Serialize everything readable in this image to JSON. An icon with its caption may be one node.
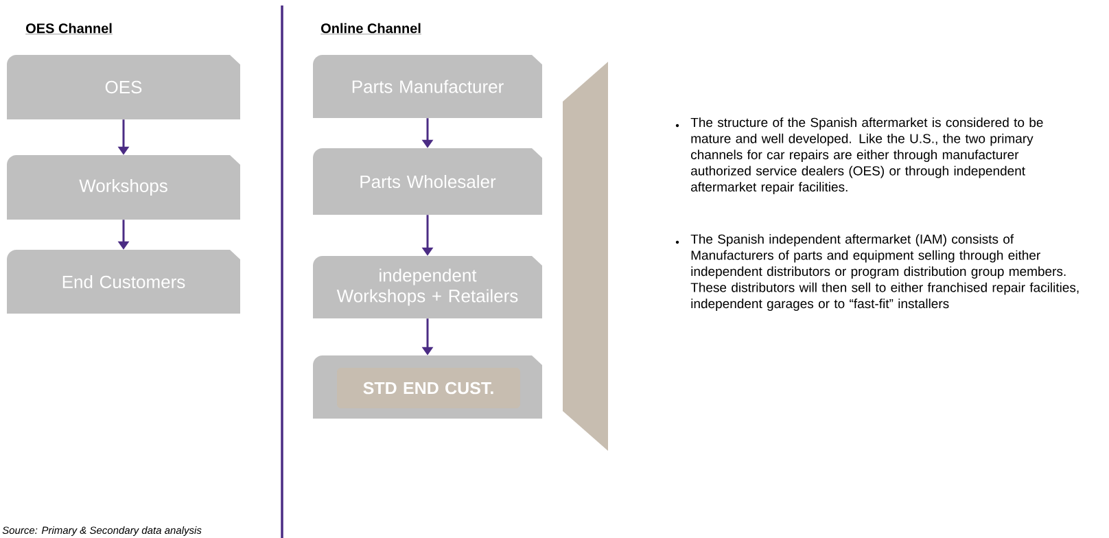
{
  "diagram": {
    "nodes": [
      {
        "text": [
          "OES"
        ]
      },
      {
        "text": [
          "Workshops"
        ]
      },
      {
        "text": [
          "End Customers"
        ]
      },
      {
        "text": [
          "Parts Manufacturer"
        ]
      },
      {
        "text": [
          "Parts Wholesaler"
        ]
      },
      {
        "text": [
          "independent Workshops + Retailers"
        ]
      },
      {
        "text": [],
        "shape": "box"
      },
      {
        "text": [
          "STD END CUST."
        ],
        "in": 6
      },
      {
        "text": [],
        "shape": "band"
      }
    ],
    "edges": [
      {
        "from": 0,
        "to": 1,
        "arrow": "to"
      },
      {
        "from": 1,
        "to": 2,
        "arrow": "to"
      },
      {
        "from": 3,
        "to": 4,
        "arrow": "to"
      },
      {
        "from": 4,
        "to": 5,
        "arrow": "to"
      },
      {
        "from": 5,
        "to": 6,
        "arrow": "to"
      }
    ],
    "labels": [
      "OES Channel",
      "Online Channel",
      "The structure of the Spanish aftermarket is considered to be mature and well developed. Like the U.S., the two primary channels for car repairs are either through manufacturer authorized service dealers (OES) or through independent aftermarket repair facilities.",
      "The Spanish independent aftermarket (IAM) consists of Manufacturers of parts and equipment selling through either independent distributors or program distribution group members. These distributors will then sell to either franchised repair facilities, independent garages or to “fast-fit” installers",
      "Source: Primary &  Secondary data analysis"
    ]
  }
}
